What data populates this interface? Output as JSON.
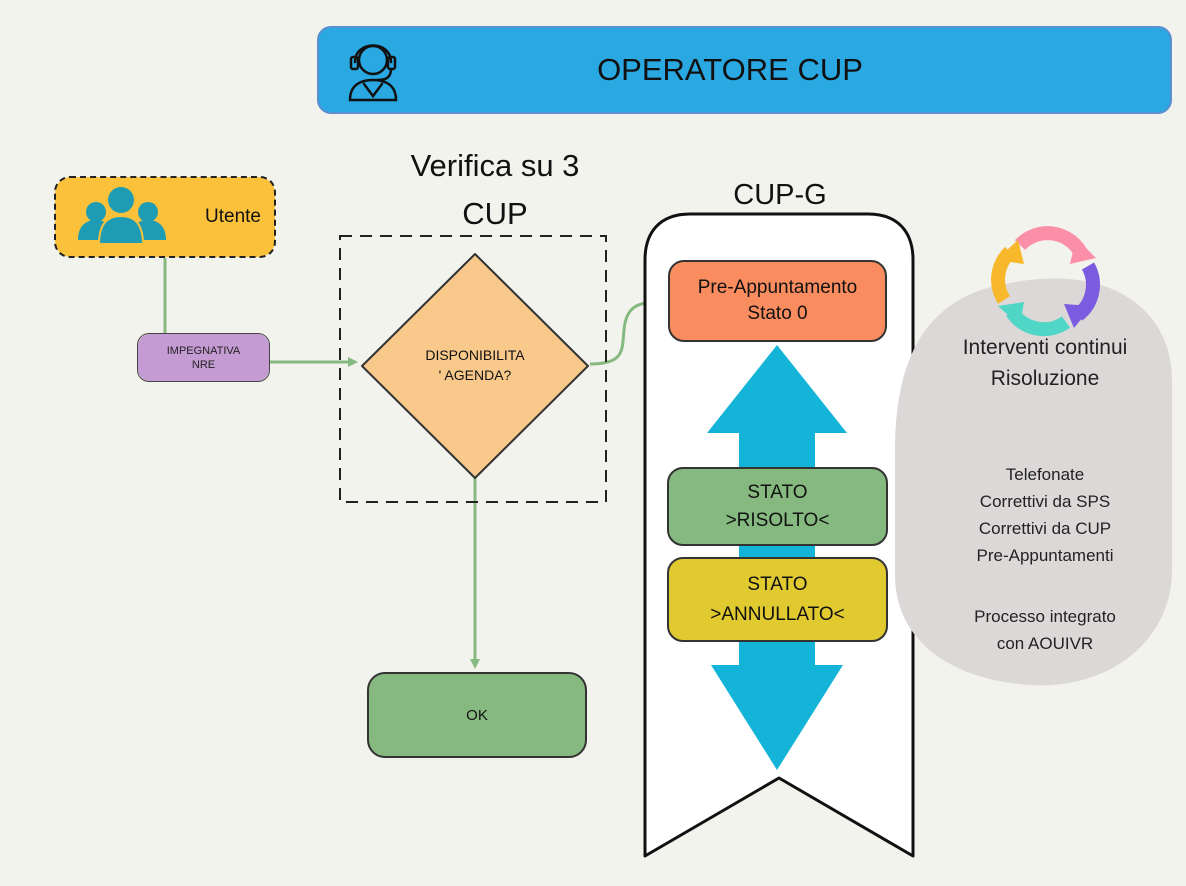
{
  "colors": {
    "background": "#f3f3ee",
    "header_fill": "#29a8e2",
    "user_fill": "#fbc13a",
    "user_icon": "#1e9cb4",
    "nre_fill": "#c59bd3",
    "decision_fill": "#f8c98a",
    "connector": "#86b97f",
    "ok_fill": "#86b97f",
    "pre_fill": "#f98d5f",
    "risolto_fill": "#86b97f",
    "annullato_fill": "#e1c930",
    "big_arrow": "#14b4d8",
    "side_blob": "#dcd8d8"
  },
  "header": {
    "title": "OPERATORE CUP",
    "icon": "headset-operator-icon"
  },
  "user": {
    "label": "Utente",
    "icon": "user-group-icon"
  },
  "nre": {
    "label": "IMPEGNATIVA\nNRE"
  },
  "verify": {
    "title": "Verifica su 3\nCUP"
  },
  "decision": {
    "label": "DISPONIBILITA\n' AGENDA?"
  },
  "ok": {
    "label": "OK"
  },
  "cupg": {
    "title": "CUP-G",
    "pre": "Pre-Appuntamento\nStato 0",
    "risolto": "STATO\n>RISOLTO<",
    "annullato": "STATO\n>ANNULLATO<"
  },
  "side": {
    "icon": "refresh-cycle-icon",
    "title": "Interventi continui\nRisoluzione",
    "lines": "Telefonate\nCorrettivi da SPS\nCorrettivi da CUP\nPre-Appuntamenti",
    "footer": "Processo integrato\ncon AOUIVR"
  }
}
